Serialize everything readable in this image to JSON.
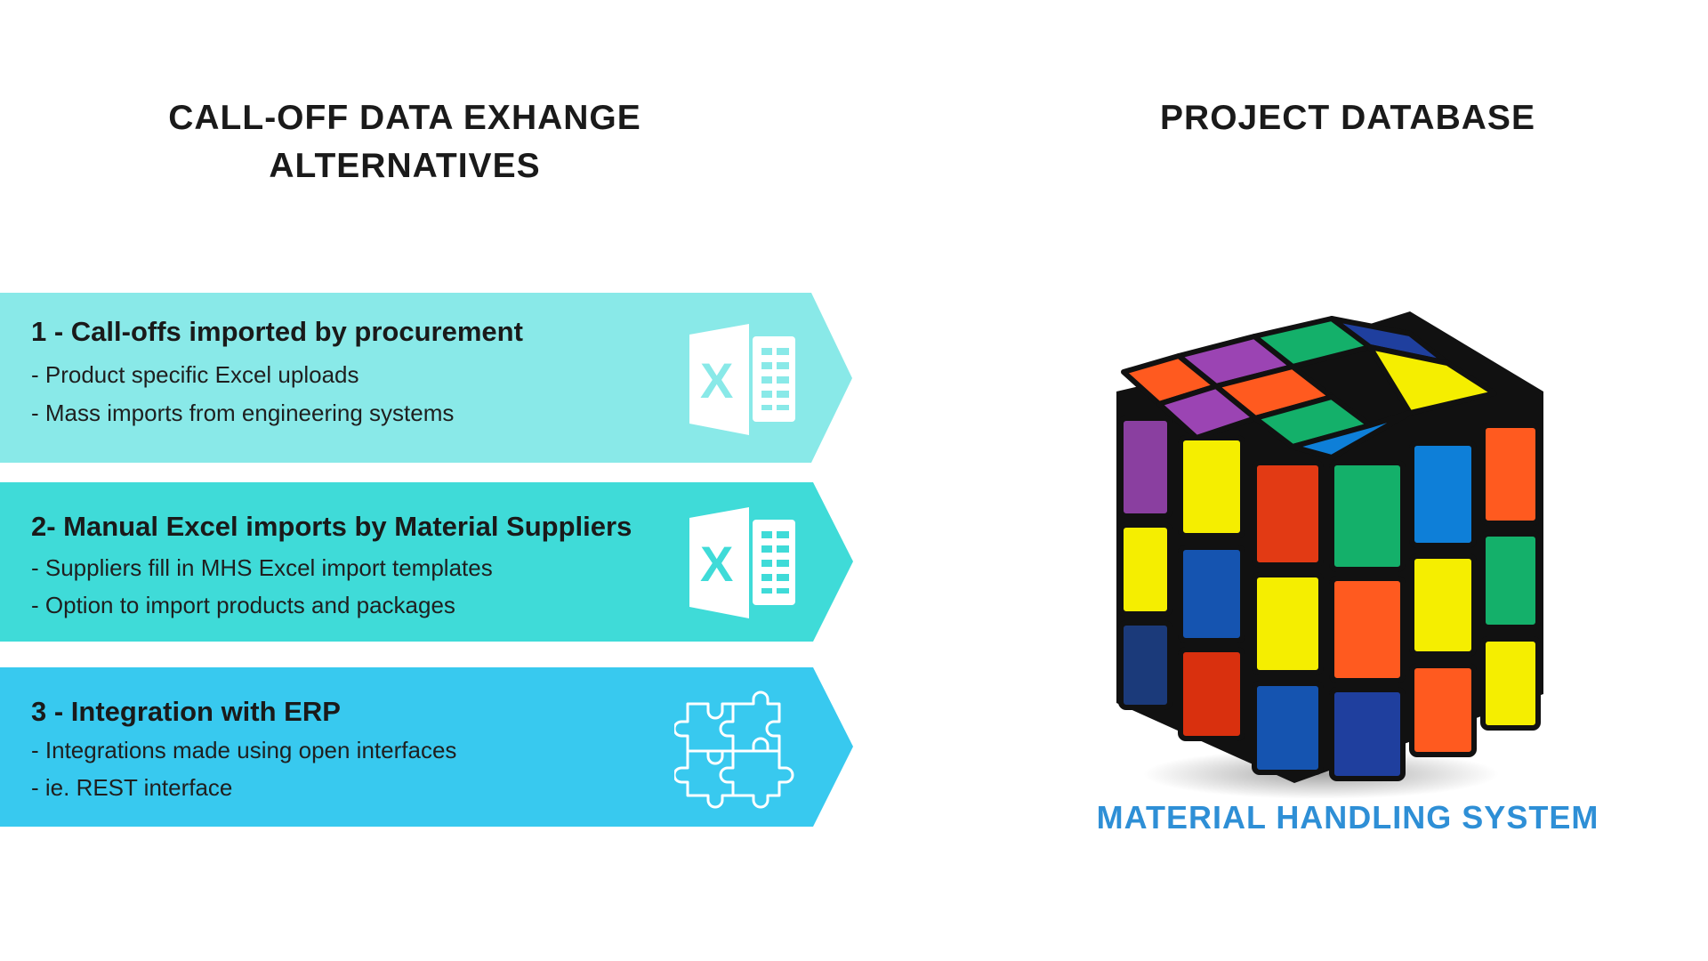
{
  "left_title": {
    "line1": "CALL-OFF DATA EXHANGE",
    "line2": "ALTERNATIVES"
  },
  "right_title": "PROJECT DATABASE",
  "alternatives": [
    {
      "heading": "1 - Call-offs imported by procurement",
      "bullets": [
        "- Product specific Excel uploads",
        "- Mass imports from engineering systems"
      ],
      "icon": "excel-icon",
      "color": "#89e9e8"
    },
    {
      "heading": "2- Manual Excel imports by Material Suppliers",
      "bullets": [
        "- Suppliers fill in MHS Excel import templates",
        "- Option to import products and packages"
      ],
      "icon": "excel-icon",
      "color": "#3fdbd8"
    },
    {
      "heading": "3 - Integration with ERP",
      "bullets": [
        "- Integrations made using open interfaces",
        "- ie. REST interface"
      ],
      "icon": "puzzle-icon",
      "color": "#38c9ef"
    }
  ],
  "cube_image": "rubiks-cube",
  "system_label": "MATERIAL HANDLING SYSTEM",
  "colors": {
    "system_label": "#2e8fd6",
    "title_text": "#1a1a1a"
  }
}
